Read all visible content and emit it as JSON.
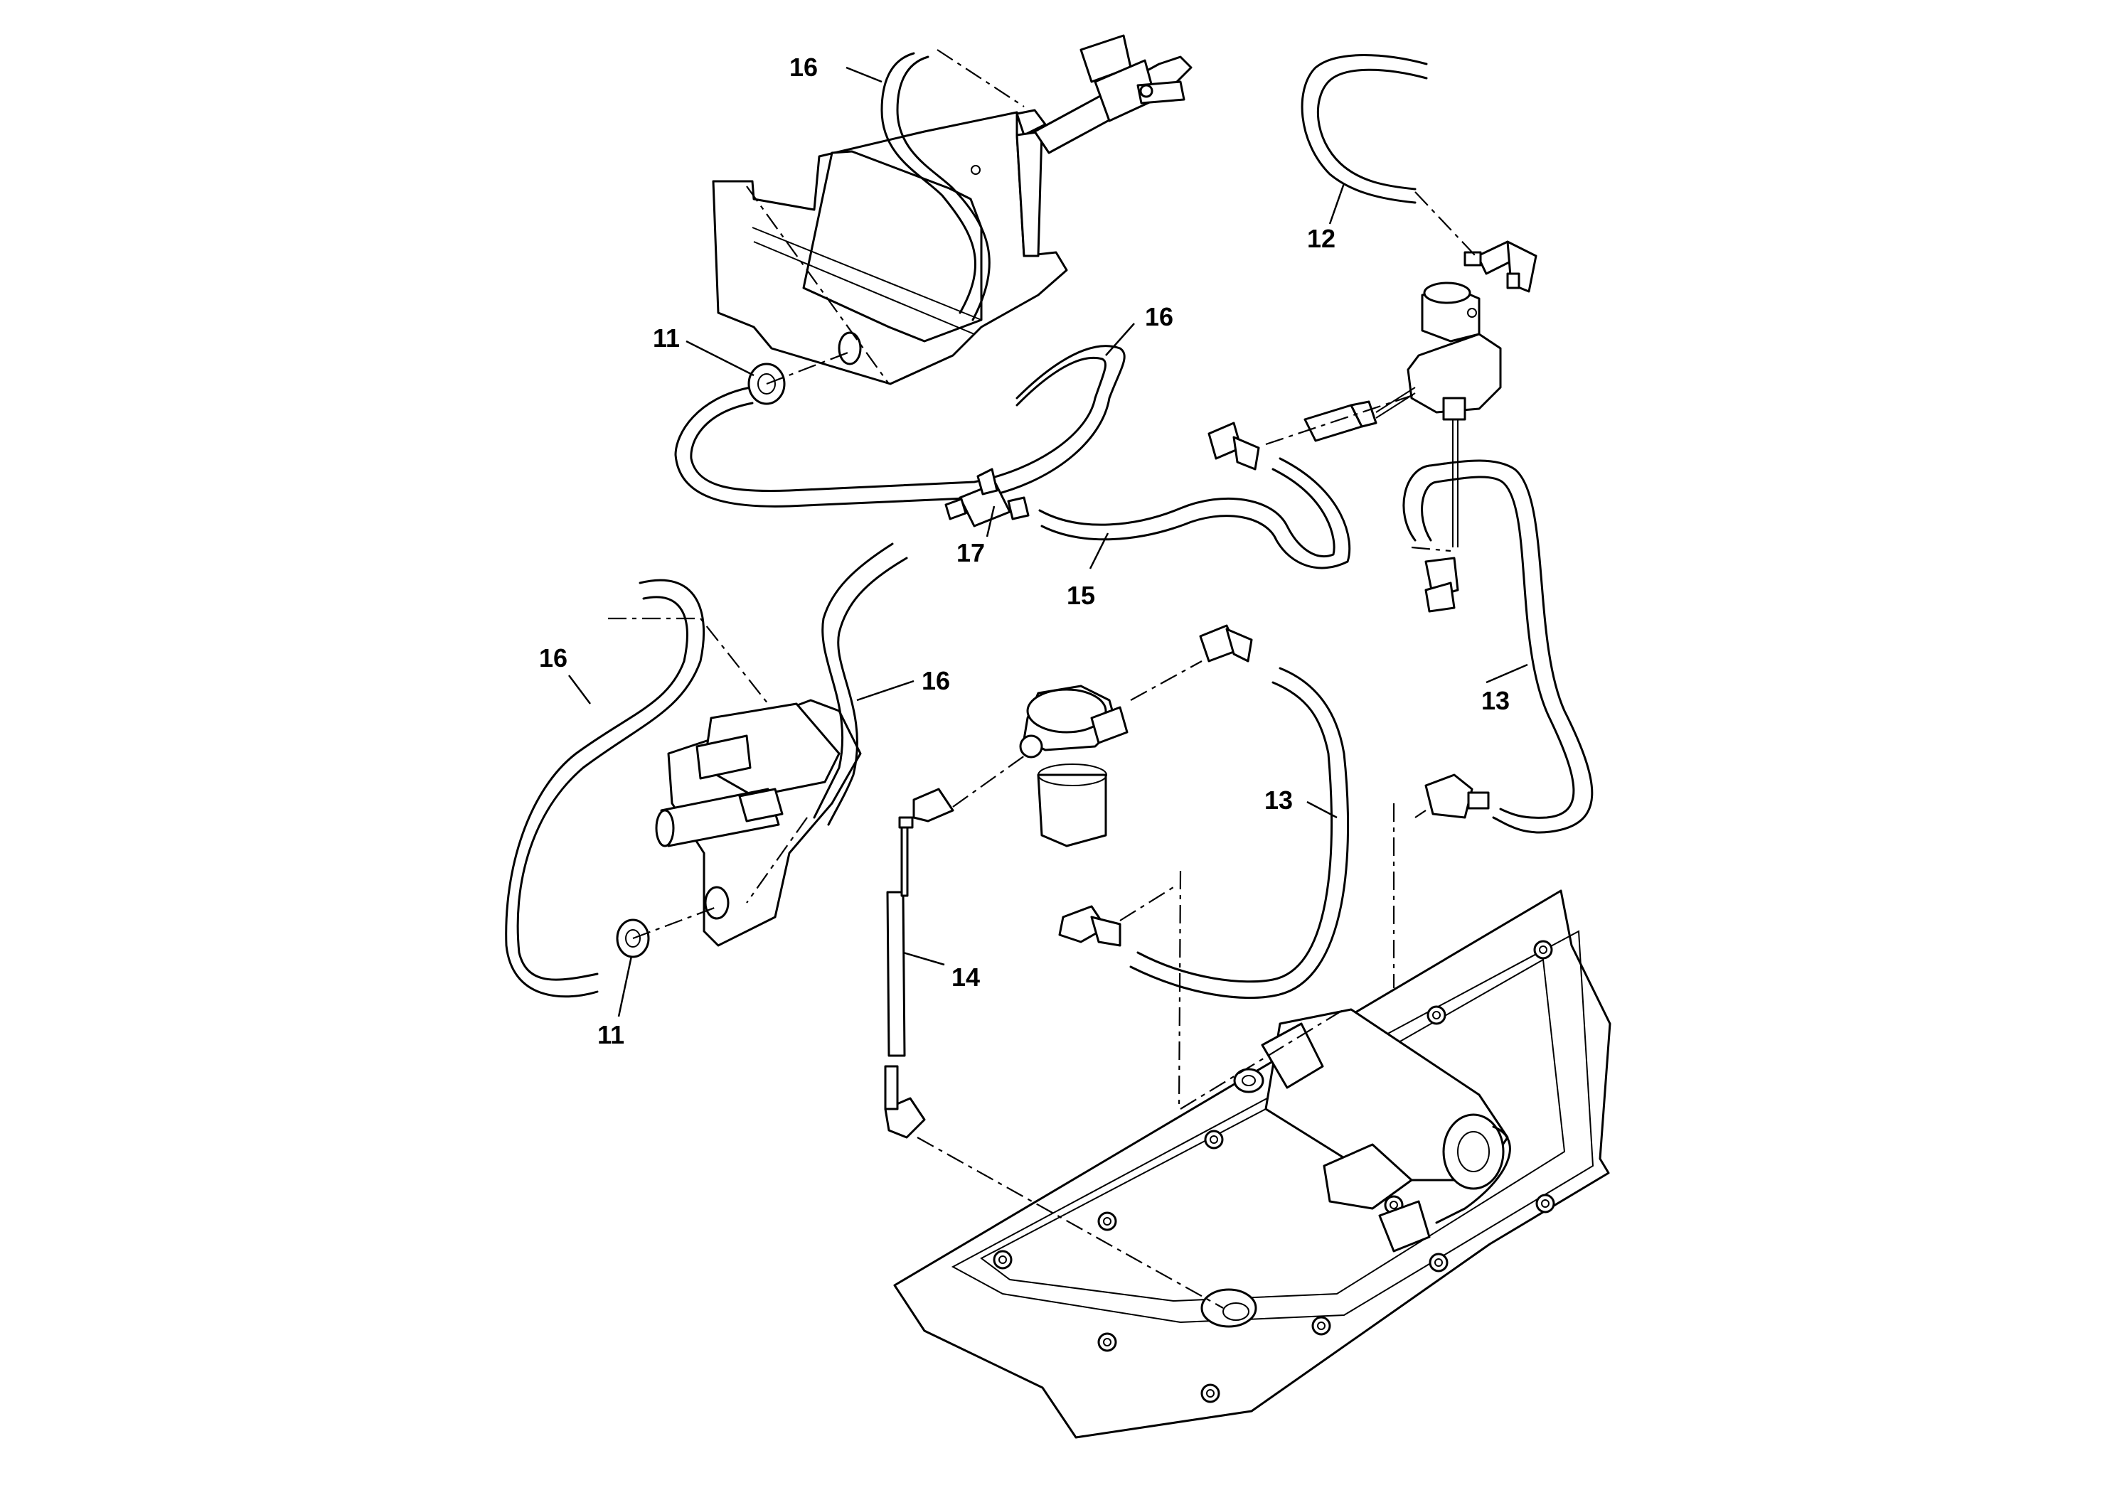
{
  "callouts": {
    "c16_top": "16",
    "c12": "12",
    "c11_top": "11",
    "c16_mid": "16",
    "c17": "17",
    "c15": "15",
    "c16_left": "16",
    "c16_center": "16",
    "c13_right": "13",
    "c13_center": "13",
    "c14": "14",
    "c11_bottom": "11"
  }
}
